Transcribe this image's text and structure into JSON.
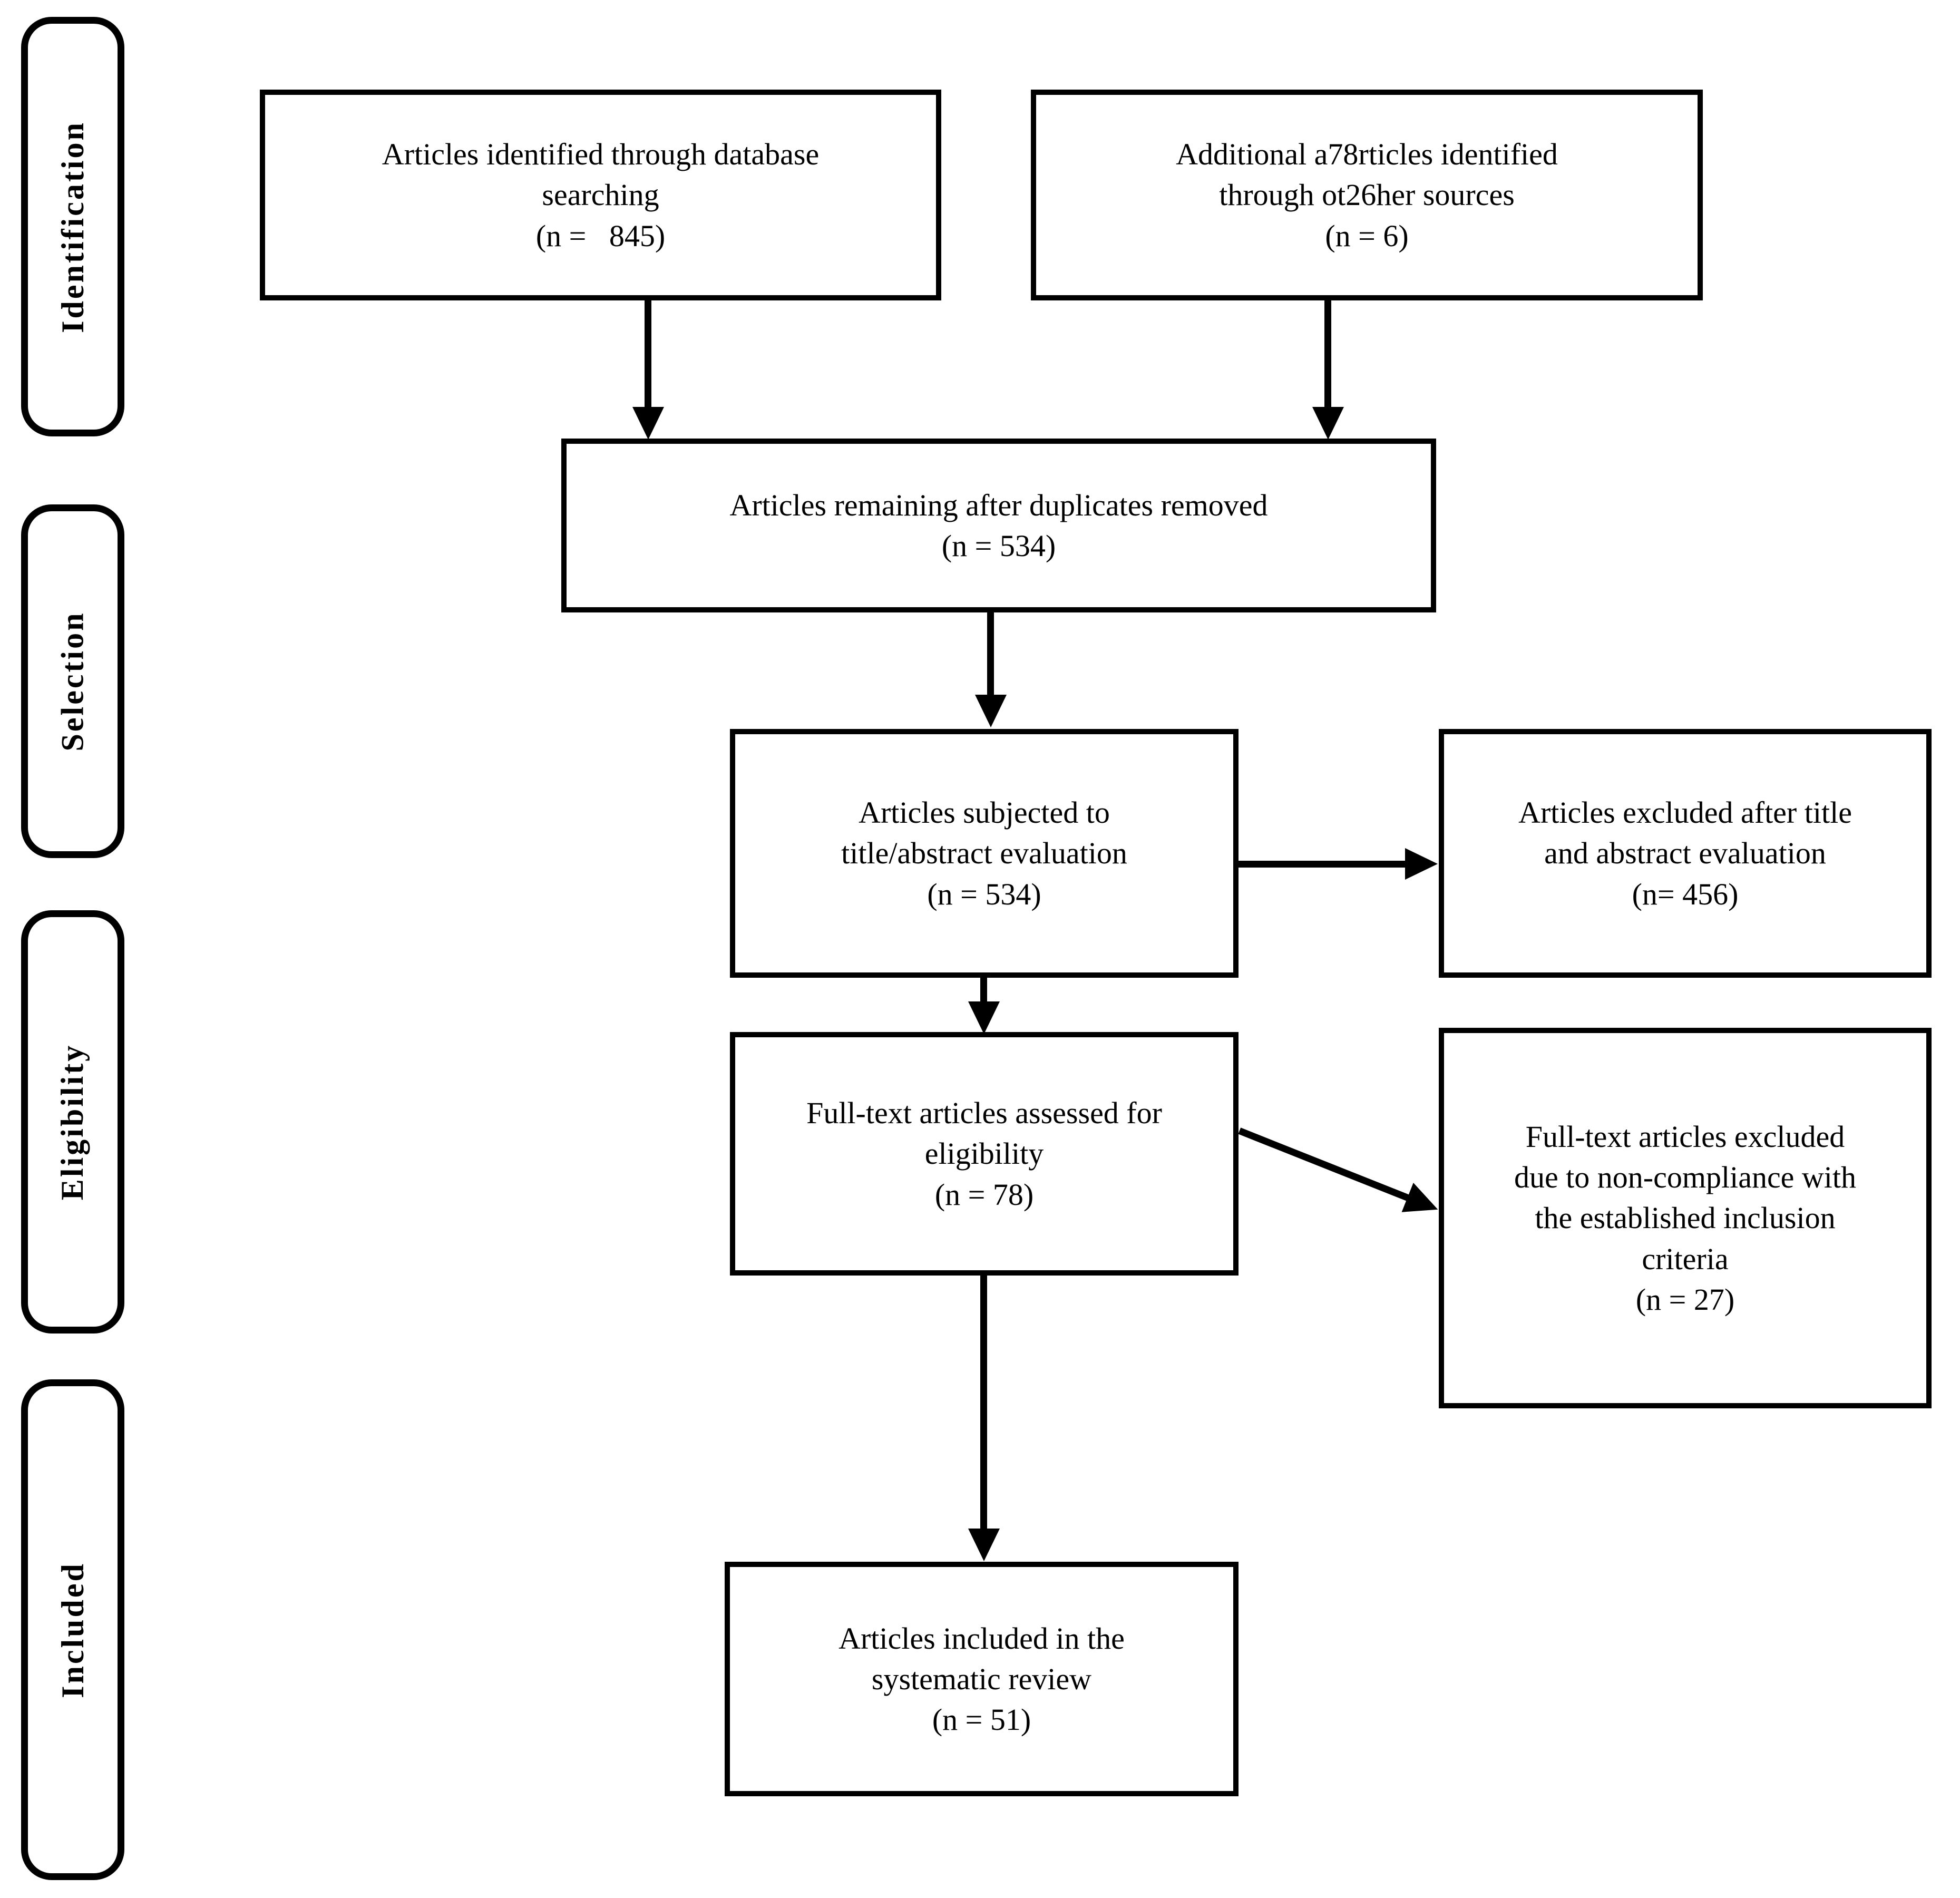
{
  "diagram": {
    "stages": [
      {
        "id": "identification",
        "label": "Identification"
      },
      {
        "id": "selection",
        "label": "Selection"
      },
      {
        "id": "eligibility",
        "label": "Eligibility"
      },
      {
        "id": "included",
        "label": "Included"
      }
    ],
    "boxes": [
      {
        "id": "identified-database",
        "text": "Articles identified through database\nsearching\n(n =   845)"
      },
      {
        "id": "additional-sources",
        "text": "Additional a78rticles identified\nthrough ot26her sources\n(n = 6)"
      },
      {
        "id": "after-duplicates",
        "text": "Articles remaining after duplicates removed\n(n = 534)"
      },
      {
        "id": "title-abstract-evaluation",
        "text": "Articles subjected to\ntitle/abstract evaluation\n(n = 534)"
      },
      {
        "id": "excluded-title-abstract",
        "text": "Articles excluded after title\nand abstract evaluation\n(n= 456)"
      },
      {
        "id": "fulltext-assessed",
        "text": "Full-text articles assessed for\neligibility\n(n = 78)"
      },
      {
        "id": "fulltext-excluded",
        "text": "Full-text articles excluded\ndue to non-compliance with\nthe established inclusion\ncriteria\n(n = 27)"
      },
      {
        "id": "included-review",
        "text": "Articles included in the\nsystematic review\n(n = 51)"
      }
    ],
    "colors": {
      "line": "#000000",
      "background": "#ffffff"
    }
  }
}
